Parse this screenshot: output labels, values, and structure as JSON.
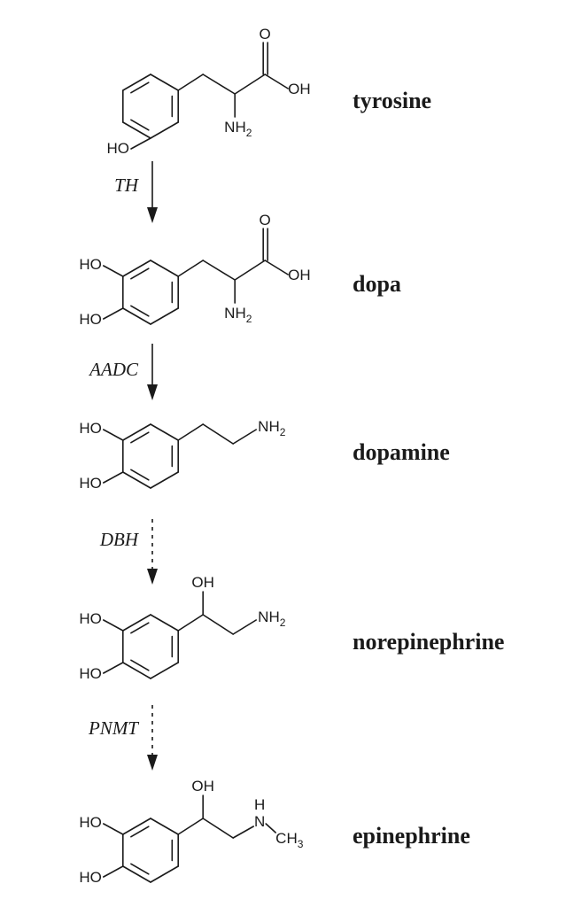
{
  "compounds": [
    {
      "id": "tyrosine",
      "name": "tyrosine",
      "substituents": [
        "HO"
      ],
      "tail": "amino-acid",
      "labels": {
        "oh": "OH",
        "o": "O",
        "n": "NH",
        "nsub": "2"
      }
    },
    {
      "id": "dopa",
      "name": "dopa",
      "substituents": [
        "HO",
        "HO"
      ],
      "tail": "amino-acid",
      "labels": {
        "oh": "OH",
        "o": "O",
        "n": "NH",
        "nsub": "2"
      }
    },
    {
      "id": "dopamine",
      "name": "dopamine",
      "substituents": [
        "HO",
        "HO"
      ],
      "tail": "ethylamine",
      "labels": {
        "n": "NH",
        "nsub": "2"
      }
    },
    {
      "id": "norepinephrine",
      "name": "norepinephrine",
      "substituents": [
        "HO",
        "HO"
      ],
      "tail": "hydroxy-ethylamine",
      "labels": {
        "oh": "OH",
        "n": "NH",
        "nsub": "2"
      }
    },
    {
      "id": "epinephrine",
      "name": "epinephrine",
      "substituents": [
        "HO",
        "HO"
      ],
      "tail": "methylamine",
      "labels": {
        "oh": "OH",
        "h": "H",
        "n": "N",
        "ch": "CH",
        "chsub": "3"
      }
    }
  ],
  "steps": [
    {
      "enzyme": "TH",
      "style": "solid"
    },
    {
      "enzyme": "AADC",
      "style": "solid"
    },
    {
      "enzyme": "DBH",
      "style": "dashed"
    },
    {
      "enzyme": "PNMT",
      "style": "dashed"
    }
  ]
}
